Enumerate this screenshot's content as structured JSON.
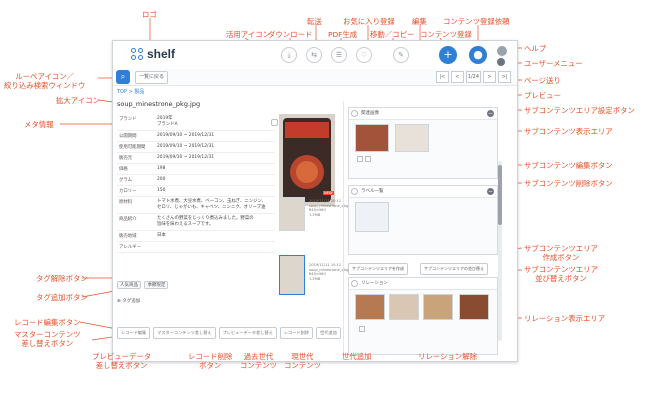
{
  "app": {
    "brand": "shelf",
    "breadcrumb": "TOP > 製品",
    "back_label": "一覧に戻る",
    "pager": {
      "first": "|<",
      "prev": "<",
      "current": "1/24",
      "next": ">",
      "last": ">|"
    },
    "file_name": "soup_minestrone_pkg.jpg",
    "meta": [
      {
        "key": "ブランド",
        "value": "2019年\nブランドA"
      },
      {
        "key": "公開期間",
        "value": "2019/09/10 ~ 2019/12/31"
      },
      {
        "key": "使用可能期間",
        "value": "2019/09/10 ~ 2019/12/31"
      },
      {
        "key": "販売元",
        "value": "2019/09/10 ~ 2019/12/31"
      },
      {
        "key": "価格",
        "value": "198"
      },
      {
        "key": "グラム",
        "value": "200"
      },
      {
        "key": "カロリー",
        "value": "150"
      },
      {
        "key": "原材料",
        "value": "トマト水煮、大豆水煮、ベーコン、玉ねぎ、ニンジン、\nセロリ、じゃがいも、キャベツ、ニンニク、オリーブ油"
      },
      {
        "key": "商品紹介",
        "value": "たくさんの野菜をじっくり煮込みました。野菜の\n旨味を味わえるスープです。"
      },
      {
        "key": "販売地域",
        "value": "日本"
      },
      {
        "key": "アレルギー",
        "value": ""
      }
    ],
    "tags": [
      "人気商品",
      "季節限定"
    ],
    "tag_add_label": "タグ追加",
    "footer_buttons": [
      "レコード編集",
      "マスターコンテンツ差し替え",
      "プレビューデータ差し替え",
      "レコード削除",
      "世代追加"
    ],
    "version_text": "2019/11/11 10:11\nsoup_minestrone_pkg.jpg\n640×960\n1.2MB",
    "new_badge": "NEW",
    "sub_areas": [
      {
        "title": "関連画像"
      },
      {
        "title": "ラベル一覧"
      }
    ],
    "sub_create_label": "サブコンテンツエリアを作成",
    "sub_sort_label": "サブコンテンツエリアの並び替え",
    "relation_title": "リレーション",
    "toolbar_glyphs": [
      "⤓",
      "⇆",
      "☰",
      "♡",
      "✎"
    ],
    "add_glyph": "+",
    "user_glyph": "●"
  },
  "callouts": {
    "logo": "ロゴ",
    "app_icon": "活用アイコン",
    "download": "ダウンロード",
    "transfer": "転送",
    "pdf": "PDF生成",
    "favorite": "お気に入り登録",
    "move_copy": "移動／コピー",
    "edit": "編集",
    "content_register": "コンテンツ登録",
    "content_request": "コンテンツ登録依頼",
    "help": "ヘルプ",
    "user_menu": "ユーザーメニュー",
    "loupe": "ルーペアイコン／\n絞り込み検索ウィンドウ",
    "paging": "ページ送り",
    "zoom_icon": "拡大アイコン",
    "preview": "プレビュー",
    "meta_info": "メタ情報",
    "sub_settings": "サブコンテンツエリア設定ボタン",
    "sub_display": "サブコンテンツ表示エリア",
    "sub_edit": "サブコンテンツ編集ボタン",
    "sub_delete": "サブコンテンツ削除ボタン",
    "sub_create": "サブコンテンツエリア\n作成ボタン",
    "sub_sort": "サブコンテンツエリア\n並び替えボタン",
    "tag_remove": "タグ解除ボタン",
    "tag_add": "タグ追加ボタン",
    "relation_area": "リレーション表示エリア",
    "record_edit": "レコード編集ボタン",
    "master_replace": "マスターコンテンツ\n差し替えボタン",
    "preview_replace": "プレビューデータ\n差し替えボタン",
    "record_delete": "レコード削除\nボタン",
    "past_gen": "過去世代\nコンテンツ",
    "current_gen": "現世代\nコンテンツ",
    "gen_add": "世代追加",
    "relation_remove": "リレーション解除"
  },
  "colors": {
    "accent": "#2f7fd6",
    "callout": "#e8502a"
  }
}
